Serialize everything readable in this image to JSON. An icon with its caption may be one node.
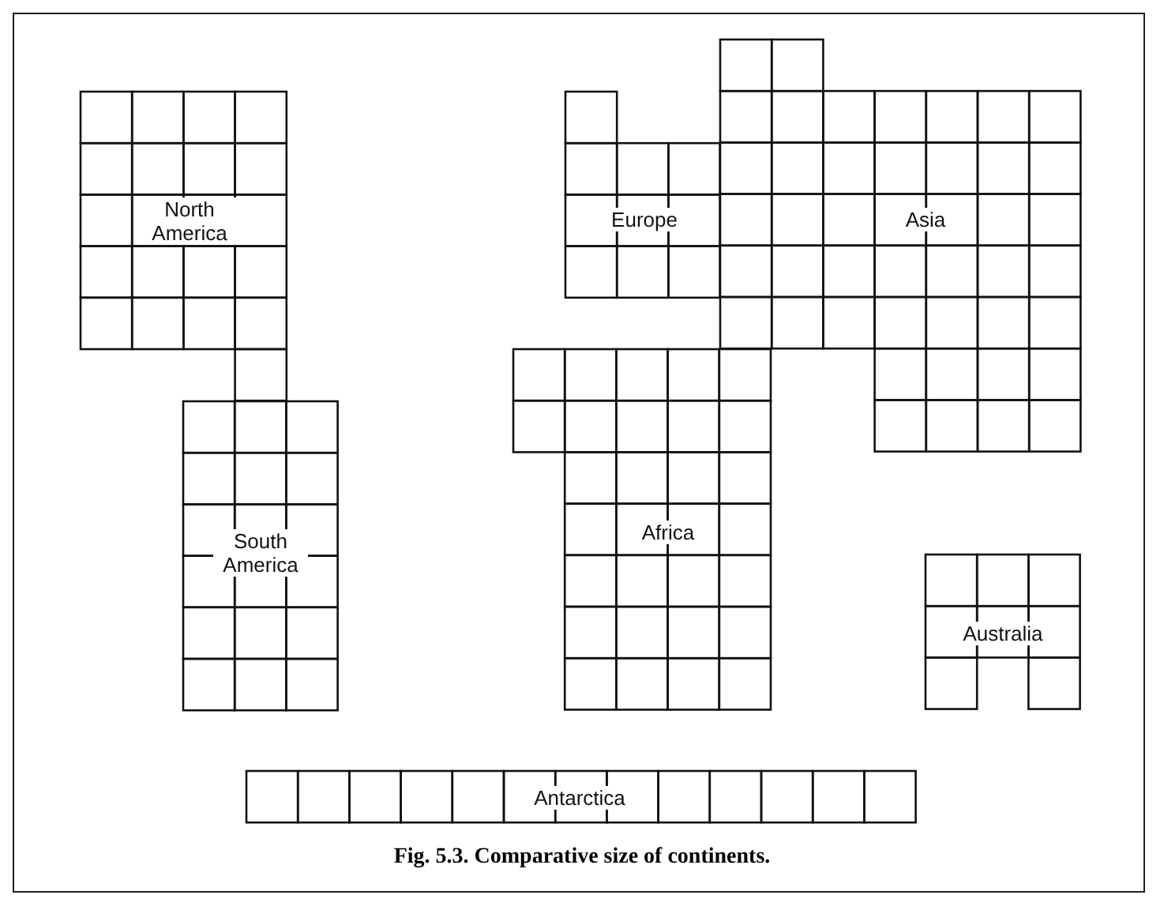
{
  "diagram": {
    "caption": "Fig. 5.3. Comparative size of continents.",
    "nodes": [
      {
        "text": [
          "North America"
        ]
      },
      {
        "text": [
          "South America"
        ]
      },
      {
        "text": [
          "Europe"
        ]
      },
      {
        "text": [
          "Asia"
        ]
      },
      {
        "text": [
          "Africa"
        ]
      },
      {
        "text": [
          "Australia"
        ]
      },
      {
        "text": [
          "Antarctica"
        ]
      }
    ]
  }
}
